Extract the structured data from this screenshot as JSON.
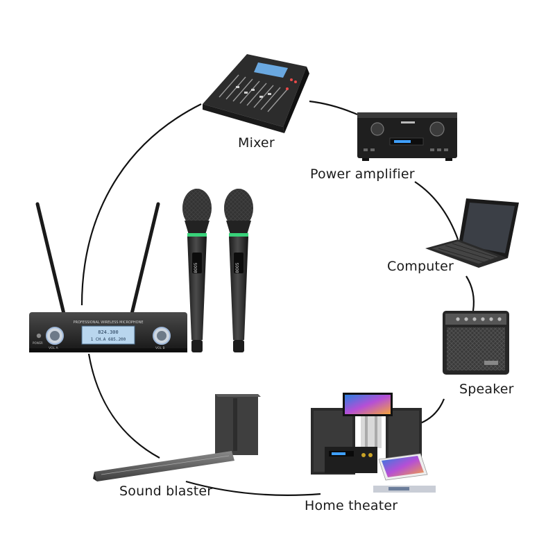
{
  "diagram": {
    "nodes": [
      {
        "id": "mixer",
        "label": "Mixer",
        "icon": "mixer-icon"
      },
      {
        "id": "power-amplifier",
        "label": "Power amplifier",
        "icon": "amplifier-icon"
      },
      {
        "id": "computer",
        "label": "Computer",
        "icon": "laptop-icon"
      },
      {
        "id": "speaker",
        "label": "Speaker",
        "icon": "speaker-amp-icon"
      },
      {
        "id": "home-theater",
        "label": "Home theater",
        "icon": "home-theater-icon"
      },
      {
        "id": "sound-blaster",
        "label": "Sound blaster",
        "icon": "soundbar-icon"
      }
    ],
    "receiver": {
      "icon": "wireless-receiver-icon",
      "front_text": "PROFESSIONAL WIRELESS MICROPHONE",
      "left_knob_label": "VOL A",
      "right_knob_label": "VOL B",
      "power_label": "POWER",
      "display_line_1": "824.300",
      "display_line_2": "1 CH.A 685.200"
    },
    "microphones": {
      "icon": "handheld-microphone-icon",
      "model_text": "8005",
      "count": 2
    },
    "colors": {
      "connector": "#111111",
      "device_dark": "#2a2a2a",
      "display": "#b9d6ee",
      "mic_ring": "#39d27a"
    }
  }
}
